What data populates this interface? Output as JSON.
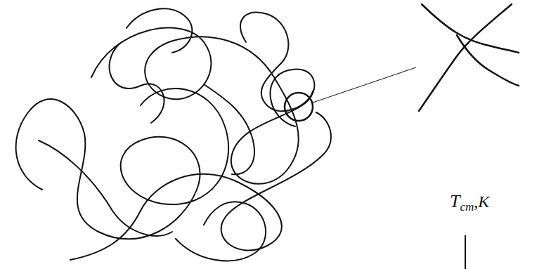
{
  "diagram": {
    "labels": [
      "T",
      "ст",
      ",K"
    ]
  }
}
